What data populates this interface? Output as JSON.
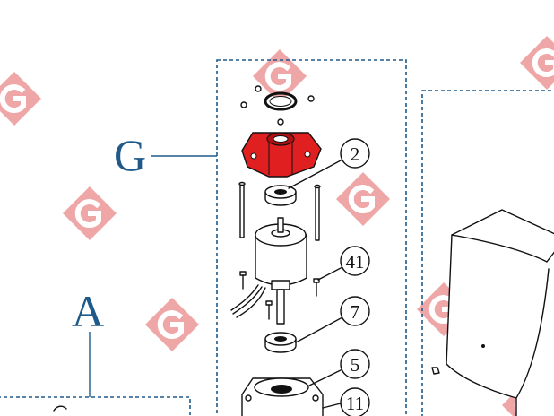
{
  "diagram": {
    "group_labels": {
      "g": "G",
      "a": "A"
    },
    "callouts": [
      {
        "id": "c2",
        "text": "2"
      },
      {
        "id": "c41",
        "text": "41"
      },
      {
        "id": "c7",
        "text": "7"
      },
      {
        "id": "c5",
        "text": "5"
      },
      {
        "id": "c11",
        "text": "11"
      }
    ],
    "watermark": {
      "glyph": "G",
      "color": "#e26b6b"
    },
    "colors": {
      "frame": "#1f5a8a",
      "highlight_part": "#e02020",
      "ink": "#111111"
    }
  }
}
